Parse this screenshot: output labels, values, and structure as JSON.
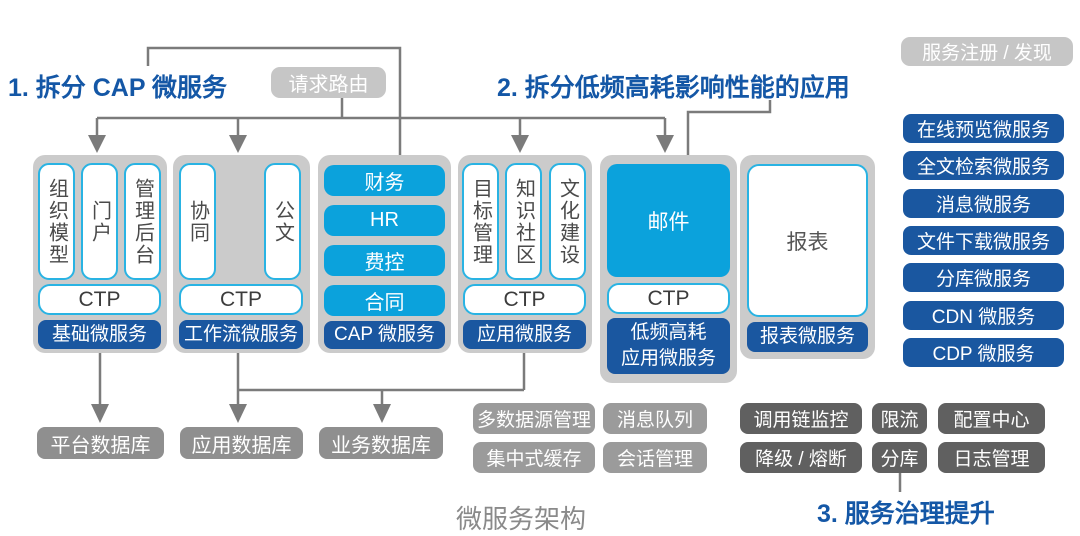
{
  "titles": {
    "step1": "1. 拆分 CAP 微服务",
    "step2": "2. 拆分低频高耗影响性能的应用",
    "step3": "3. 服务治理提升",
    "caption": "微服务架构"
  },
  "top": {
    "request_routing": "请求路由",
    "service_registry": "服务注册 / 发现"
  },
  "groups": [
    {
      "modules": [
        "组织模型",
        "门户",
        "管理后台"
      ],
      "platform": "CTP",
      "label": "基础微服务"
    },
    {
      "modules": [
        "协同",
        "公文"
      ],
      "platform": "CTP",
      "label": "工作流微服务"
    },
    {
      "modules": [
        "财务",
        "HR",
        "费控",
        "合同"
      ],
      "label": "CAP 微服务"
    },
    {
      "modules": [
        "目标管理",
        "知识社区",
        "文化建设"
      ],
      "platform": "CTP",
      "label": "应用微服务"
    },
    {
      "modules": [
        "邮件"
      ],
      "platform": "CTP",
      "label_lines": [
        "低频高耗",
        "应用微服务"
      ]
    },
    {
      "modules": [
        "报表"
      ],
      "label": "报表微服务"
    }
  ],
  "right_services": [
    "在线预览微服务",
    "全文检索微服务",
    "消息微服务",
    "文件下载微服务",
    "分库微服务",
    "CDN 微服务",
    "CDP 微服务"
  ],
  "databases": [
    "平台数据库",
    "应用数据库",
    "业务数据库"
  ],
  "ops": {
    "light": {
      "row1": [
        "多数据源管理",
        "消息队列"
      ],
      "row2": [
        "集中式缓存",
        "会话管理"
      ]
    },
    "dark": {
      "row1": [
        "调用链监控",
        "限流",
        "配置中心"
      ],
      "row2": [
        "降级 / 熔断",
        "分库",
        "日志管理"
      ]
    }
  },
  "colors": {
    "title_blue": "#1457a6",
    "dark_blue": "#1a57a0",
    "cyan": "#0ba2dc",
    "cyan_border": "#29b3e3",
    "container_gray": "#cbcbcb",
    "tag_gray": "#c6c6c6",
    "database_gray": "#8f8f8f",
    "ops_light_gray": "#9b9b9b",
    "ops_dark_gray": "#606060",
    "line_gray": "#7b7b7b",
    "caption_gray": "#8a8a8a"
  }
}
